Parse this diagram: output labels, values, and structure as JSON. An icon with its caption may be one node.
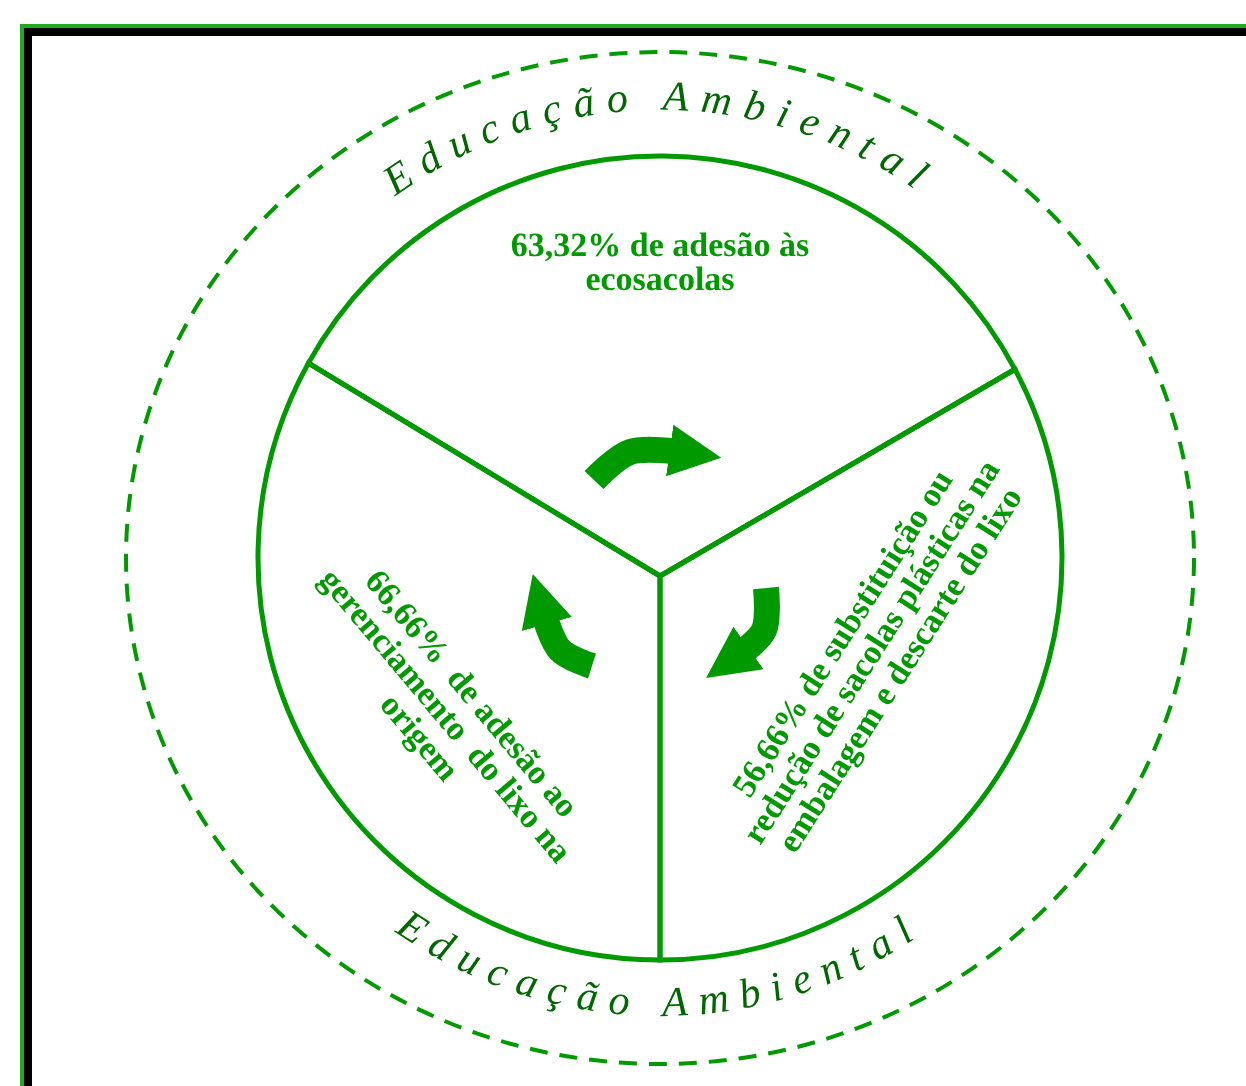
{
  "diagram": {
    "nodes": [
      {
        "text": [
          "Educação Ambiental",
          "Educação Ambiental"
        ]
      },
      {
        "text": [
          "63,32% de adesão às ecosacolas"
        ],
        "in": 0
      },
      {
        "text": [
          "66,66%  de adesão ao gerenciamento  do lixo na origem"
        ],
        "in": 0
      },
      {
        "text": [
          "56,66% de substituição ou redução de sacolas plásticas na embalagem e descarte do lixo"
        ],
        "in": 0
      }
    ],
    "edges": [
      {
        "from": 1,
        "to": 3,
        "arrow": "to"
      },
      {
        "from": 3,
        "to": 2,
        "arrow": "to"
      },
      {
        "from": 2,
        "to": 1,
        "arrow": "to"
      }
    ]
  }
}
